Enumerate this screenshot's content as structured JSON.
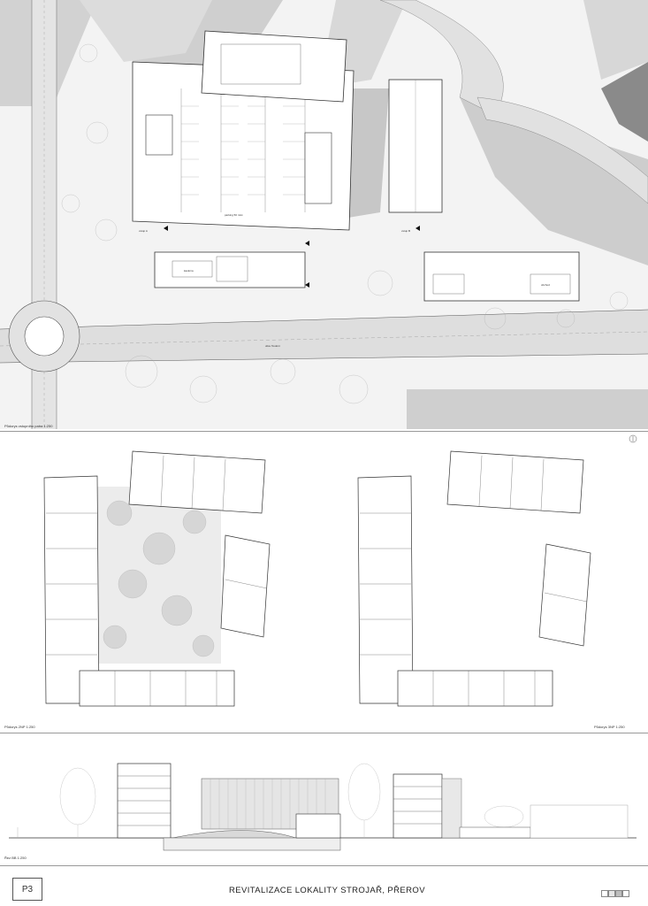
{
  "sheet": {
    "title": "REVITALIZACE LOKALITY STROJAŘ, PŘEROV",
    "page_code": "P3",
    "swatches": [
      "#ffffff",
      "#e6e6e6",
      "#bdbdbd",
      "#ffffff"
    ]
  },
  "captions": {
    "ground_floor": "Půdorys vstupního patra 1:250",
    "floor_2": "Půdorys 2NP 1:250",
    "floor_3": "Půdorys 3NP 1:250",
    "section": "Řez BB 1:250"
  },
  "plan_labels": {
    "parking_top": "parking 50 míst",
    "street_main": "ulice Tovární",
    "entrance_a": "vstup A",
    "entrance_b": "vstup B",
    "cafe": "kavárna",
    "shop": "obchod"
  },
  "colors": {
    "shadow": "#c9c9c9",
    "ground": "#e9e9e9",
    "road": "#d4d4d4",
    "dark_roof": "#8a8a8a",
    "line": "#333333"
  }
}
